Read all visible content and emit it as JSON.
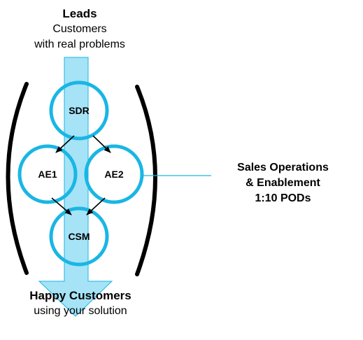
{
  "diagram": {
    "top_label": {
      "title": "Leads",
      "line1": "Customers",
      "line2": "with real problems"
    },
    "bottom_label": {
      "title": "Happy Customers",
      "line1": "using your solution"
    },
    "side_label": {
      "line1": "Sales Operations",
      "line2": "& Enablement",
      "line3": "1:10 PODs"
    },
    "nodes": {
      "sdr": "SDR",
      "ae1": "AE1",
      "ae2": "AE2",
      "csm": "CSM"
    },
    "edges": [
      {
        "from": "SDR",
        "to": "AE1"
      },
      {
        "from": "SDR",
        "to": "AE2"
      },
      {
        "from": "AE1",
        "to": "CSM"
      },
      {
        "from": "AE2",
        "to": "CSM"
      }
    ],
    "colors": {
      "flow_fill": "#a6e3f7",
      "circle_stroke": "#19b6e4",
      "connector": "#19b6e4",
      "text": "#000000",
      "bracket": "#000000"
    }
  }
}
